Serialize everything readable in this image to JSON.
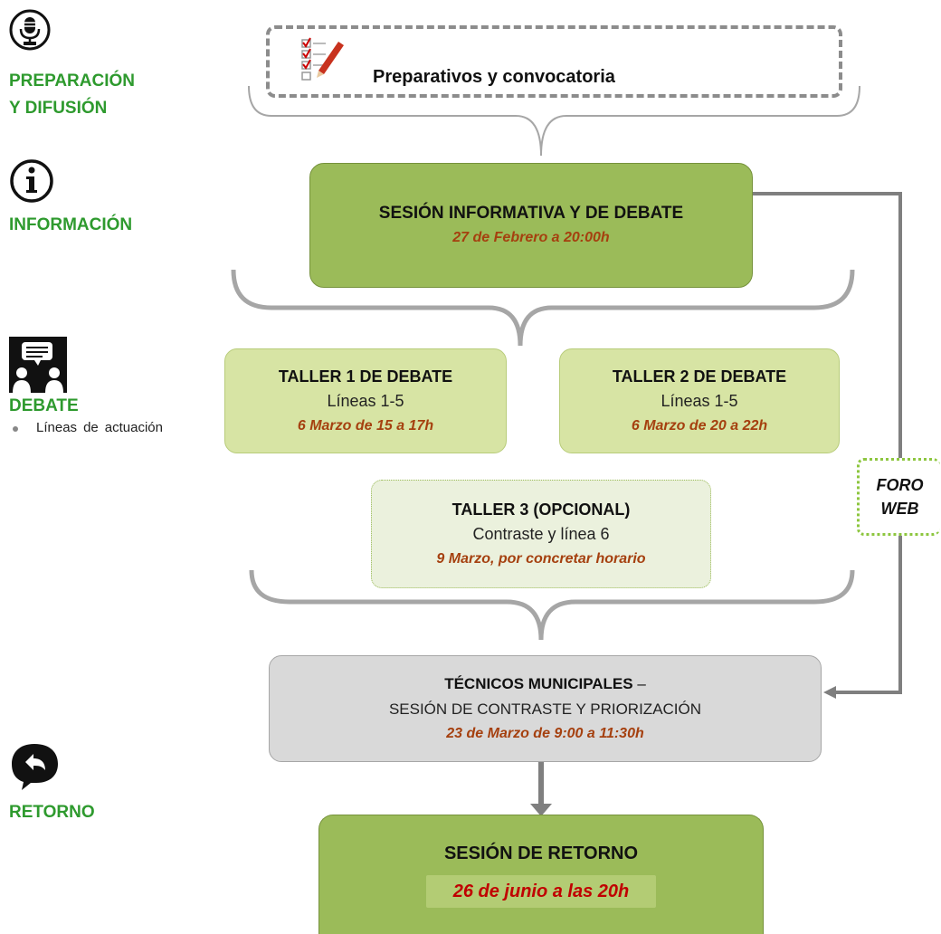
{
  "phases": [
    {
      "icon": "microphone-icon",
      "label": "PREPARACIÓN\nY DIFUSIÓN"
    },
    {
      "icon": "info-icon",
      "label": "INFORMACIÓN"
    },
    {
      "icon": "discussion-icon",
      "label": "DEBATE",
      "bullet": "Líneas de actuación"
    },
    {
      "icon": "return-arrow-icon",
      "label": "RETORNO"
    }
  ],
  "flow": {
    "prep": {
      "icon": "checklist-icon",
      "title": "Preparativos y convocatoria"
    },
    "info": {
      "title": "SESIÓN INFORMATIVA Y DE DEBATE",
      "date": "27 de Febrero a 20:00h"
    },
    "taller1": {
      "title": "TALLER 1 DE DEBATE",
      "sub": "Líneas 1-5",
      "date": "6 Marzo de 15 a 17h"
    },
    "taller2": {
      "title": "TALLER 2 DE DEBATE",
      "sub": "Líneas 1-5",
      "date": "6 Marzo de 20 a 22h"
    },
    "taller3": {
      "title": "TALLER 3 (OPCIONAL)",
      "sub": "Contraste y línea 6",
      "date": "9 Marzo, por concretar horario"
    },
    "tecnicos": {
      "title": "TÉCNICOS MUNICIPALES",
      "title_suffix": " –",
      "sub": "SESIÓN DE CONTRASTE Y PRIORIZACIÓN",
      "date": "23 de Marzo de 9:00 a 11:30h"
    },
    "retorno": {
      "title": "SESIÓN DE RETORNO",
      "date": "26 de junio a las 20h"
    },
    "foro": {
      "line1": "FORO",
      "line2": "WEB"
    }
  },
  "colors": {
    "phase_green": "#2e9a2e",
    "info_box": "#9bbb59",
    "taller_box": "#d7e4a4",
    "taller3_box": "#ebf1dd",
    "tecnicos_box": "#d9d9d9",
    "date_red": "#a5400f",
    "connector_gray": "#7f7f7f",
    "foro_border": "#8dc63f"
  }
}
